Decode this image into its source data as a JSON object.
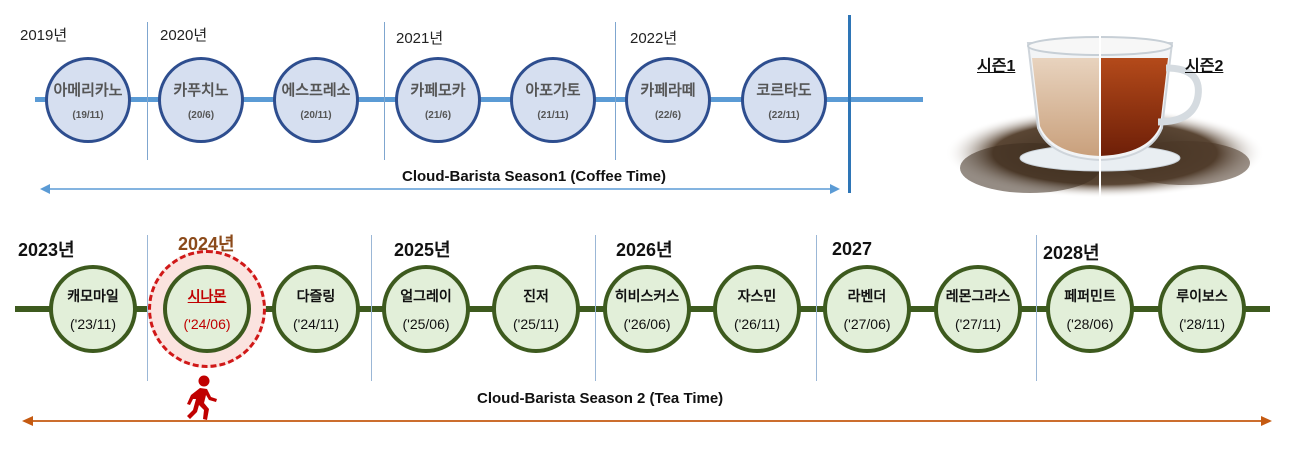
{
  "season1": {
    "caption": "Cloud-Barista Season1 (Coffee Time)",
    "years": [
      "2019년",
      "2020년",
      "2021년",
      "2022년"
    ],
    "releases": [
      {
        "name": "아메리카노",
        "date": "(19/11)"
      },
      {
        "name": "카푸치노",
        "date": "(20/6)"
      },
      {
        "name": "에스프레소",
        "date": "(20/11)"
      },
      {
        "name": "카페모카",
        "date": "(21/6)"
      },
      {
        "name": "아포가토",
        "date": "(21/11)"
      },
      {
        "name": "카페라떼",
        "date": "(22/6)"
      },
      {
        "name": "코르타도",
        "date": "(22/11)"
      }
    ]
  },
  "season2": {
    "caption": "Cloud-Barista Season 2 (Tea Time)",
    "years": [
      "2023년",
      "2024년",
      "2025년",
      "2026년",
      "2027",
      "2028년"
    ],
    "current_year_index": 1,
    "releases": [
      {
        "name": "캐모마일",
        "date": "('23/11)"
      },
      {
        "name": "시나몬",
        "date": "('24/06)"
      },
      {
        "name": "다즐링",
        "date": "('24/11)"
      },
      {
        "name": "얼그레이",
        "date": "('25/06)"
      },
      {
        "name": "진저",
        "date": "('25/11)"
      },
      {
        "name": "히비스커스",
        "date": "('26/06)"
      },
      {
        "name": "자스민",
        "date": "('26/11)"
      },
      {
        "name": "라벤더",
        "date": "('27/06)"
      },
      {
        "name": "레몬그라스",
        "date": "('27/11)"
      },
      {
        "name": "페퍼민트",
        "date": "('28/06)"
      },
      {
        "name": "루이보스",
        "date": "('28/11)"
      }
    ],
    "current_release_index": 1,
    "current_marker_icon": "walking-person-icon"
  },
  "image": {
    "left_label": "시즌1",
    "right_label": "시즌2"
  },
  "colors": {
    "season1_line": "#5b9bd5",
    "season1_circle_border": "#2e4e8f",
    "season1_circle_fill": "#d6dff0",
    "season2_line": "#3d5a1e",
    "season2_circle_fill": "#e2efd9",
    "highlight": "#c00000",
    "arrow_orange": "#c55a11"
  }
}
